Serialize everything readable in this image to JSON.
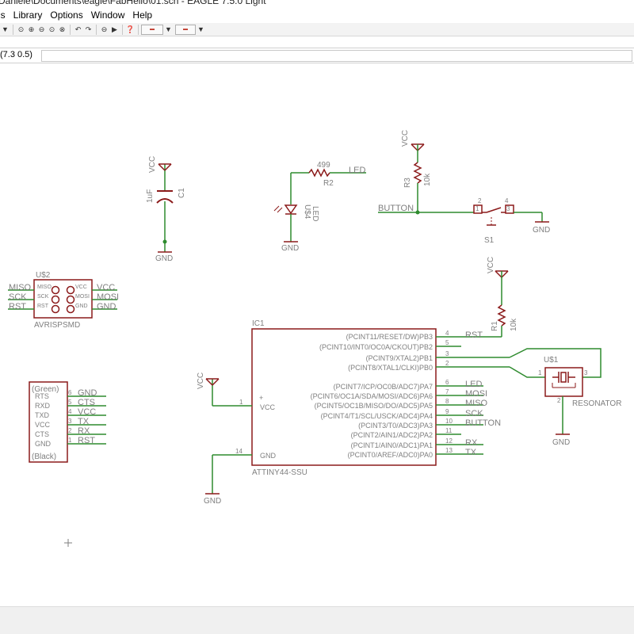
{
  "window": {
    "title": "Daniele\\Documents\\eagle\\FabHello\\01.sch - EAGLE 7.5.0 Light"
  },
  "menu": {
    "items": [
      "ls",
      "Library",
      "Options",
      "Window",
      "Help"
    ]
  },
  "toolbar": {
    "icons": [
      "open-icon",
      "zoom-fit-icon",
      "zoom-in-icon",
      "zoom-out-icon",
      "zoom-select-icon",
      "zoom-area-icon",
      "undo-icon",
      "redo-icon",
      "stop-icon",
      "go-icon",
      "help-icon",
      "design-link-icon",
      "dropdown-icon",
      "cad-soft-icon",
      "dropdown-icon"
    ]
  },
  "command": {
    "coordinate": "(7.3 0.5)",
    "value": ""
  },
  "schematic": {
    "c1": {
      "name": "C1",
      "value": "1uF",
      "vcc": "VCC",
      "gnd": "GND"
    },
    "led": {
      "name": "U$4",
      "value": "LED",
      "gnd": "GND"
    },
    "r2": {
      "name": "R2",
      "value": "499",
      "net": "LED"
    },
    "r3": {
      "name": "R3",
      "value": "10k",
      "vcc": "VCC",
      "net": "BUTTON"
    },
    "s1": {
      "name": "S1",
      "pin2": "2",
      "pin4": "4",
      "pin1": "1",
      "pin3": "3",
      "gnd": "GND"
    },
    "r1": {
      "name": "R1",
      "value": "10k",
      "vcc": "VCC"
    },
    "isp": {
      "name": "U$2",
      "value": "AVRISPSMD",
      "left_nets": [
        "MISO",
        "SCK",
        "RST"
      ],
      "left_pins": [
        "MISO",
        "SCK",
        "RST"
      ],
      "right_pins": [
        "VCC",
        "MOSI",
        "GND"
      ],
      "right_nets": [
        "VCC",
        "MOSI",
        "GND"
      ]
    },
    "ftdi": {
      "top": "(Green)",
      "bottom": "(Black)",
      "pins": [
        "RTS",
        "RXD",
        "TXD",
        "VCC",
        "CTS",
        "GND"
      ],
      "nums": [
        "6",
        "5",
        "4",
        "3",
        "2",
        "1"
      ],
      "nets": [
        "GND",
        "CTS",
        "VCC",
        "TX",
        "RX",
        "RST"
      ]
    },
    "ic1": {
      "name": "IC1",
      "value": "ATTINY44-SSU",
      "vcc_pin": "VCC",
      "vcc_num": "1",
      "gnd_pin": "GND",
      "gnd_num": "14",
      "plus": "+",
      "pins": [
        "(PCINT11/RESET/DW)PB3",
        "(PCINT10/INT0/OC0A/CKOUT)PB2",
        "(PCINT9/XTAL2)PB1",
        "(PCINT8/XTAL1/CLKI)PB0",
        "(PCINT7/ICP/OC0B/ADC7)PA7",
        "(PCINT6/OC1A/SDA/MOSI/ADC6)PA6",
        "(PCINT5/OC1B/MISO/DO/ADC5)PA5",
        "(PCINT4/T1/SCL/USCK/ADC4)PA4",
        "(PCINT3/T0/ADC3)PA3",
        "(PCINT2/AIN1/ADC2)PA2",
        "(PCINT1/AIN0/ADC1)PA1",
        "(PCINT0/AREF/ADC0)PA0"
      ],
      "nums": [
        "4",
        "5",
        "3",
        "2",
        "6",
        "7",
        "8",
        "9",
        "10",
        "11",
        "12",
        "13"
      ],
      "nets": [
        "RST",
        "",
        "",
        "",
        "LED",
        "MOSI",
        "MISO",
        "SCK",
        "BUTTON",
        "",
        "RX",
        "TX"
      ],
      "vcc_net": "VCC",
      "gnd_net": "GND"
    },
    "resonator": {
      "name": "U$1",
      "value": "RESONATOR",
      "pin1": "1",
      "pin2": "2",
      "pin3": "3",
      "gnd": "GND"
    },
    "colors": {
      "wire": "#2e8b2e",
      "symbol": "#8b1a1a",
      "label": "#7f7f7f",
      "junction": "#2e8b2e"
    }
  }
}
